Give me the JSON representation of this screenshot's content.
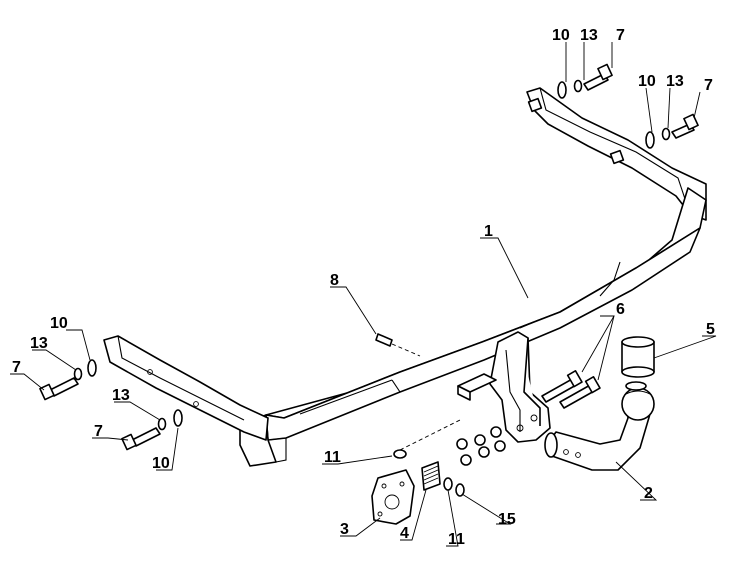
{
  "diagram": {
    "callouts": {
      "c1": "1",
      "c2": "2",
      "c3": "3",
      "c4": "4",
      "c5": "5",
      "c6": "6",
      "c7a": "7",
      "c7b": "7",
      "c7c": "7",
      "c7d": "7",
      "c8": "8",
      "c10a": "10",
      "c10b": "10",
      "c10c": "10",
      "c10d": "10",
      "c11a": "11",
      "c11b": "11",
      "c13a": "13",
      "c13b": "13",
      "c13c": "13",
      "c13d": "13",
      "c15": "15"
    }
  }
}
